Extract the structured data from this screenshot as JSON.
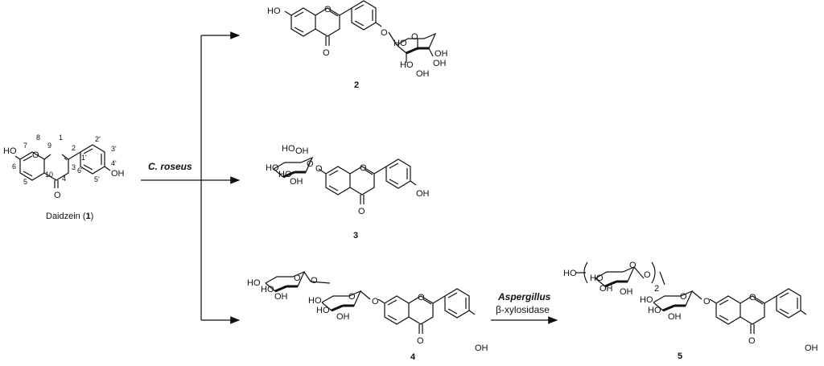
{
  "daidzein": {
    "label": "Daidzein (",
    "label_num": "1",
    "label_close": ")",
    "ho": "HO",
    "ring_o": "O",
    "keto_o": "O",
    "oh": "OH",
    "numbers": [
      "7",
      "8",
      "9",
      "1",
      "2",
      "3",
      "1'",
      "2'",
      "3'",
      "4'",
      "5'",
      "6'",
      "6",
      "5",
      "10",
      "4"
    ]
  },
  "reagent_top": "C. roseus",
  "reagent_bottom_1": "Aspergillus",
  "reagent_bottom_2": "β-xylosidase",
  "compounds": {
    "c2": "2",
    "c3": "3",
    "c4": "4",
    "c5": "5"
  },
  "atoms": {
    "ho": "HO",
    "oh": "OH",
    "o": "O",
    "ho_paren": "HO",
    "repeat": "2"
  }
}
